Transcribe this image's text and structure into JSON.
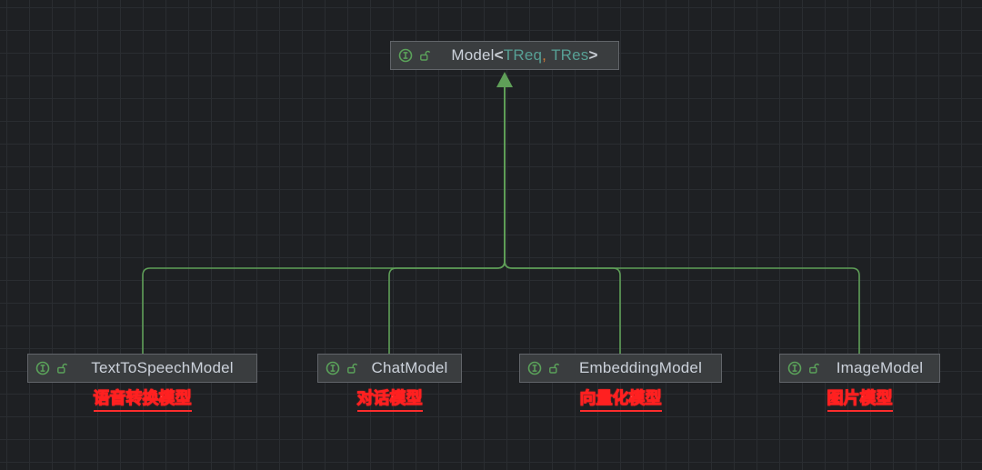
{
  "diagram": {
    "parent_node": {
      "name": "Model",
      "generics": {
        "open": "<",
        "param1": "TReq",
        "separator": ",",
        "param2": "TRes",
        "close": ">"
      },
      "icons": [
        "interface-icon",
        "unlock-icon"
      ]
    },
    "child_nodes": [
      {
        "name": "TextToSpeechModel",
        "annotation": "语音转换模型"
      },
      {
        "name": "ChatModel",
        "annotation": "对话模型"
      },
      {
        "name": "EmbeddingModel",
        "annotation": "向量化模型"
      },
      {
        "name": "ImageModel",
        "annotation": "图片模型"
      }
    ],
    "colors": {
      "edge_green": "#5f9f58",
      "icon_green": "#5ba25a",
      "type_param_teal": "#57a095",
      "comma_orange": "#d07a36",
      "node_text": "#ccd2db",
      "annotation_red": "#ff2d2d",
      "node_background": "#3a3d3f",
      "node_border": "#62656a",
      "canvas_background": "#1e2023",
      "grid_line": "#2a2d31"
    }
  }
}
